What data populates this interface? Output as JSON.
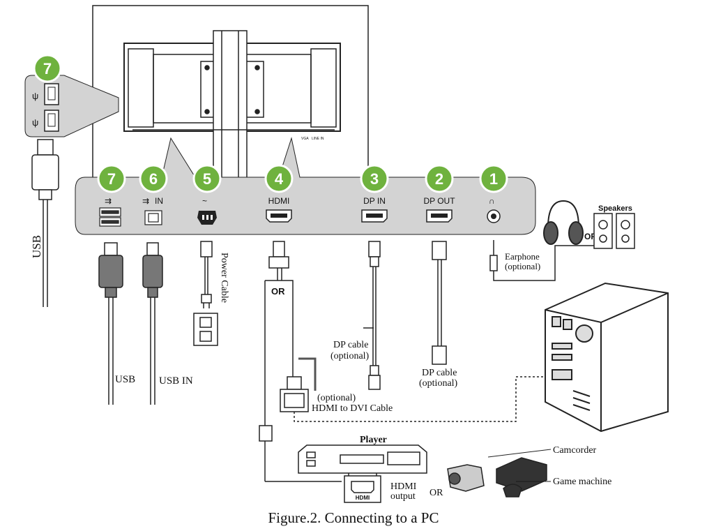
{
  "badges": {
    "side_usb": "7",
    "usb": "7",
    "usb_in": "6",
    "power": "5",
    "hdmi": "4",
    "dp_in": "3",
    "dp_out": "2",
    "audio": "1"
  },
  "ports": {
    "usb_in": "IN",
    "hdmi": "HDMI",
    "dp_in": "DP IN",
    "dp_out": "DP OUT"
  },
  "panel_labels": {
    "vga": "VGA",
    "line_in": "LINE IN"
  },
  "cables": {
    "side_usb": "USB",
    "usb": "USB",
    "usb_in": "USB IN",
    "power": "Power Cable",
    "or_hdmi": "OR",
    "dp_cable_in_1": "DP cable",
    "dp_cable_in_2": "(optional)",
    "dp_cable_out_1": "DP cable",
    "dp_cable_out_2": "(optional)",
    "dvi_1": "(optional)",
    "dvi_2": "HDMI to DVI Cable",
    "earphone_1": "Earphone",
    "earphone_2": "(optional)"
  },
  "devices": {
    "speakers": "Speakers",
    "or_audio": "OR",
    "player": "Player",
    "hdmi_port": "HDMI",
    "hdmi_output_1": "HDMI",
    "hdmi_output_2": "output",
    "or_devices": "OR",
    "camcorder": "Camcorder",
    "game_machine": "Game machine"
  },
  "caption": "Figure.2. Connecting to a PC",
  "colors": {
    "badge_green": "#6fb23e",
    "panel_gray": "#d3d3d3",
    "line": "#222222"
  }
}
